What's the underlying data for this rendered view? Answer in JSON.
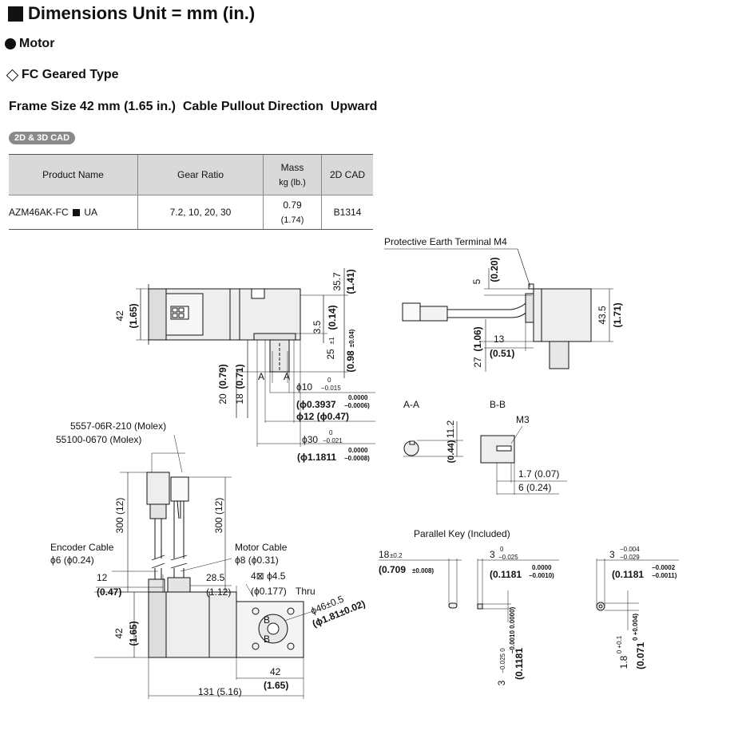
{
  "header": {
    "title": "Dimensions Unit = mm (in.)",
    "section": "Motor",
    "subsection": "FC Geared Type",
    "frame_line": "Frame Size 42 mm (1.65 in.)  Cable Pullout Direction  Upward",
    "cad_badge": "2D & 3D CAD"
  },
  "table": {
    "headers": {
      "product": "Product Name",
      "gear": "Gear Ratio",
      "mass": "Mass",
      "mass_unit": "kg (lb.)",
      "cad": "2D CAD"
    },
    "row": {
      "product_a": "AZM46AK-FC",
      "product_b": "UA",
      "gear": "7.2, 10, 20, 30",
      "mass": "0.79",
      "mass_lb": "(1.74)",
      "cad": "B1314"
    }
  },
  "labels": {
    "pe_terminal": "Protective Earth Terminal M4",
    "aa": "A-A",
    "bb": "B-B",
    "m3": "M3",
    "parallel_key": "Parallel Key (Included)",
    "molex1": "5557-06R-210 (Molex)",
    "molex2": "55100-0670 (Molex)",
    "encoder_cable": "Encoder Cable",
    "motor_cable": "Motor Cable",
    "thru": "Thru",
    "a_mark": "A",
    "b_mark": "B"
  },
  "dims": {
    "d42a": "42",
    "d42a_in": "(1.65)",
    "d357": "35.7",
    "d357_in": "(1.41)",
    "d35": "3.5",
    "d35_in": "(0.14)",
    "d25": "25",
    "d25_tol": "±1",
    "d25_in": "(0.98",
    "d25_in_tol": "±0.04)",
    "d20": "20",
    "d20_in": "(0.79)",
    "d18": "18",
    "d18_in": "(0.71)",
    "phi10": "ϕ10",
    "phi10_u": "0",
    "phi10_l": "−0.015",
    "phi10_in": "(ϕ0.3937",
    "phi10_in_u": "0.0000",
    "phi10_in_l": "−0.0006)",
    "phi12": "ϕ12 (ϕ0.47)",
    "phi30": "ϕ30",
    "phi30_u": "0",
    "phi30_l": "−0.021",
    "phi30_in": "(ϕ1.1811",
    "phi30_in_u": "0.0000",
    "phi30_in_l": "−0.0008)",
    "d5": "5",
    "d5_in": "(0.20)",
    "d435": "43.5",
    "d435_in": "(1.71)",
    "d13": "13",
    "d13_in": "(0.51)",
    "d27": "27",
    "d27_in": "(1.06)",
    "d112": "11.2",
    "d112_in": "(0.44)",
    "d17": "1.7 (0.07)",
    "d6": "6 (0.24)",
    "d300a": "300 (12)",
    "d300b": "300 (12)",
    "enc_phi": "ϕ6 (ϕ0.24)",
    "mot_phi": "ϕ8 (ϕ0.31)",
    "d12": "12",
    "d12_in": "(0.47)",
    "d285": "28.5",
    "d285_in": "(1.12)",
    "holes": "4⊠ ϕ4.5",
    "holes_in": "(ϕ0.177)",
    "phi46": "ϕ46±0.5",
    "phi46_in": "(ϕ1.81±0.02)",
    "d42b": "42",
    "d42b_in": "(1.65)",
    "d42c": "42",
    "d42c_in": "(1.65)",
    "d131": "131 (5.16)",
    "k18": "18",
    "k18_tol": "±0.2",
    "k18_in": "(0.709",
    "k18_in_tol": "±0.008)",
    "k3a": "3",
    "k3a_u": "0",
    "k3a_l": "−0.025",
    "k3a_in": "(0.1181",
    "k3a_in_u": "0.0000",
    "k3a_in_l": "−0.0010)",
    "k3b": "3",
    "k3b_u": "−0.004",
    "k3b_l": "−0.029",
    "k3b_in": "(0.1181",
    "k3b_in_u": "−0.0002",
    "k3b_in_l": "−0.0011)",
    "k3v": "3",
    "k3v_tol": "−0.025 0",
    "k3v_in": "(0.1181",
    "k3v_in_tol": "−0.0010 0.0000)",
    "k18v": "1.8",
    "k18v_tol": "0 +0.1",
    "k18v_in": "(0.071",
    "k18v_in_tol": "0 +0.004)"
  },
  "colors": {
    "line": "#111111",
    "body_fill": "#eeeeee",
    "header_bg": "#d9d9d9",
    "badge": "#8a8a8a"
  }
}
